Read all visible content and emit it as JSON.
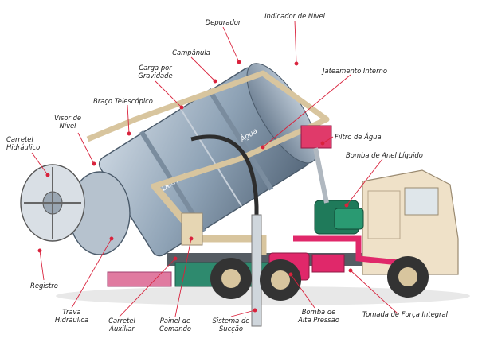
{
  "colors": {
    "leader_line": "#d9223c",
    "tank": "#8fa3b6",
    "cab": "#efe1c8",
    "pump_magenta": "#e0286a",
    "pump_green": "#1f7a5a",
    "frame_green": "#2e8a6e",
    "wheel": "#333333"
  },
  "tank_labels": {
    "water": "Água",
    "debris": "Detritos"
  },
  "labels": [
    {
      "id": "depurador",
      "text": "Depurador"
    },
    {
      "id": "indicador-nivel",
      "text": "Indicador de Nível"
    },
    {
      "id": "campanula",
      "text": "Campânula"
    },
    {
      "id": "jateamento-interno",
      "text": "Jateamento Interno"
    },
    {
      "id": "carga-gravidade",
      "text": "Carga por\nGravidade"
    },
    {
      "id": "braco-telescopico",
      "text": "Braço Telescópico"
    },
    {
      "id": "visor-nivel",
      "text": "Visor de\nNível"
    },
    {
      "id": "filtro-agua",
      "text": "Filtro de Água"
    },
    {
      "id": "carretel-hidraulico",
      "text": "Carretel\nHidráulico"
    },
    {
      "id": "bomba-anel",
      "text": "Bomba de Anel Líquido"
    },
    {
      "id": "registro",
      "text": "Registro"
    },
    {
      "id": "trava-hidraulica",
      "text": "Trava\nHidráulica"
    },
    {
      "id": "carretel-auxiliar",
      "text": "Carretel\nAuxiliar"
    },
    {
      "id": "painel-comando",
      "text": "Painel de\nComando"
    },
    {
      "id": "sistema-succao",
      "text": "Sistema de\nSucção"
    },
    {
      "id": "bomba-alta",
      "text": "Bomba de\nAlta Pressão"
    },
    {
      "id": "tomada-forca",
      "text": "Tomada de Força Integral"
    }
  ]
}
